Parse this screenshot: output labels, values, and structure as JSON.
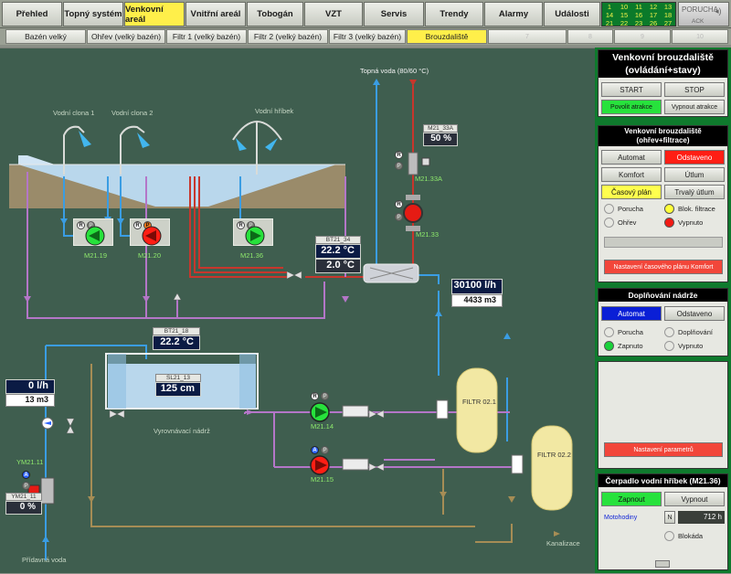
{
  "topnav": {
    "items": [
      {
        "label": "Přehled"
      },
      {
        "label": "Topný systém"
      },
      {
        "label": "Venkovní areál"
      },
      {
        "label": "Vnitřní areál"
      },
      {
        "label": "Tobogán"
      },
      {
        "label": "VZT"
      },
      {
        "label": "Servis"
      },
      {
        "label": "Trendy"
      },
      {
        "label": "Alarmy"
      },
      {
        "label": "Události"
      }
    ],
    "active_index": 2,
    "status_numbers": [
      "1",
      "10",
      "11",
      "12",
      "13",
      "14",
      "15",
      "16",
      "17",
      "18",
      "21",
      "22",
      "23",
      "26",
      "27"
    ],
    "porucha_label": "PORUCHA",
    "ack_label": "ACK"
  },
  "subnav": {
    "items": [
      {
        "label": "Bazén velký"
      },
      {
        "label": "Ohřev (velký bazén)"
      },
      {
        "label": "Filtr 1 (velký bazén)"
      },
      {
        "label": "Filtr 2 (velký bazén)"
      },
      {
        "label": "Filtr 3 (velký bazén)"
      },
      {
        "label": "Brouzdaliště"
      },
      {
        "label": "7"
      },
      {
        "label": "8"
      },
      {
        "label": "9"
      },
      {
        "label": "10"
      }
    ],
    "active_index": 5
  },
  "scene": {
    "labels": {
      "vodni_clona_1": "Vodní clona 1",
      "vodni_clona_2": "Vodní clona 2",
      "vodni_hribek": "Vodní hříbek",
      "topna_voda": "Topná voda (80/60 °C)",
      "vyrovnavaci_nadrz": "Vyrovnávací nádrž",
      "pridavna_voda": "Přídavná voda",
      "kanalizace": "Kanalizace",
      "filtr_021": "FILTR 02.1",
      "filtr_022": "FILTR 02.2"
    },
    "valves": {
      "m21_33a_tag": "M21_33A",
      "m21_33a_value": "50 %",
      "m21_33a_label": "M21.33A",
      "ym21_11_tag": "YM21_11",
      "ym21_11_value": "0 %",
      "ym21_11_label": "YM21.11"
    },
    "pumps": {
      "m21_19": "M21.19",
      "m21_20": "M21.20",
      "m21_36": "M21.36",
      "m21_33": "M21.33",
      "m21_14": "M21.14",
      "m21_15": "M21.15"
    },
    "sensors": {
      "bt21_34_tag": "BT21_34",
      "bt21_34_value": "22.2 °C",
      "bt21_34_diff": "2.0 °C",
      "bt21_18_tag": "BT21_18",
      "bt21_18_value": "22.2 °C",
      "sl21_13_tag": "SL21_13",
      "sl21_13_value": "125 cm"
    },
    "flows": {
      "flow_main_rate": "30100 l/h",
      "flow_main_total": "4433 m3",
      "flow_add_rate": "0 l/h",
      "flow_add_total": "13 m3"
    },
    "rp": {
      "r": "R",
      "p": "P",
      "a": "A"
    }
  },
  "panel_main": {
    "title": "Venkovní brouzdaliště (ovládání+stavy)",
    "start": "START",
    "stop": "STOP",
    "allow_attr": "Povolit atrakce",
    "disable_attr": "Vypnout atrakce"
  },
  "panel_heat": {
    "title": "Venkovní brouzdaliště (ohřev+filtrace)",
    "automat": "Automat",
    "odstaveno": "Odstaveno",
    "komfort": "Komfort",
    "utlum": "Útlum",
    "casovy_plan": "Časový plán",
    "trvaly_utlum": "Trvalý útlum",
    "porucha": "Porucha",
    "blok_filtrace": "Blok. filtrace",
    "ohrev": "Ohřev",
    "vypnuto": "Vypnuto",
    "nastaveni_plan": "Nastavení časového plánu Komfort"
  },
  "panel_refill": {
    "title": "Doplňování nádrže",
    "automat": "Automat",
    "odstaveno": "Odstaveno",
    "porucha": "Porucha",
    "doplnovani": "Doplňování",
    "zapnuto": "Zapnuto",
    "vypnuto": "Vypnuto"
  },
  "panel_params": {
    "label": "Nastavení parametrů"
  },
  "panel_pump": {
    "title": "Čerpadlo vodní hříbek  (M21.36)",
    "zapnout": "Zapnout",
    "vypnout": "Vypnout",
    "motohodiny": "Motohodiny",
    "n": "N",
    "hours": "712 h",
    "blokada": "Blokáda"
  },
  "colors": {
    "background": "#3f5e4f",
    "right_panel": "#0f7a2d",
    "active_nav": "#ffef4a",
    "pipe_blue": "#3a9de3",
    "pipe_red": "#c8362c",
    "pipe_purple": "#b476c8",
    "pipe_tan": "#a68d55"
  }
}
